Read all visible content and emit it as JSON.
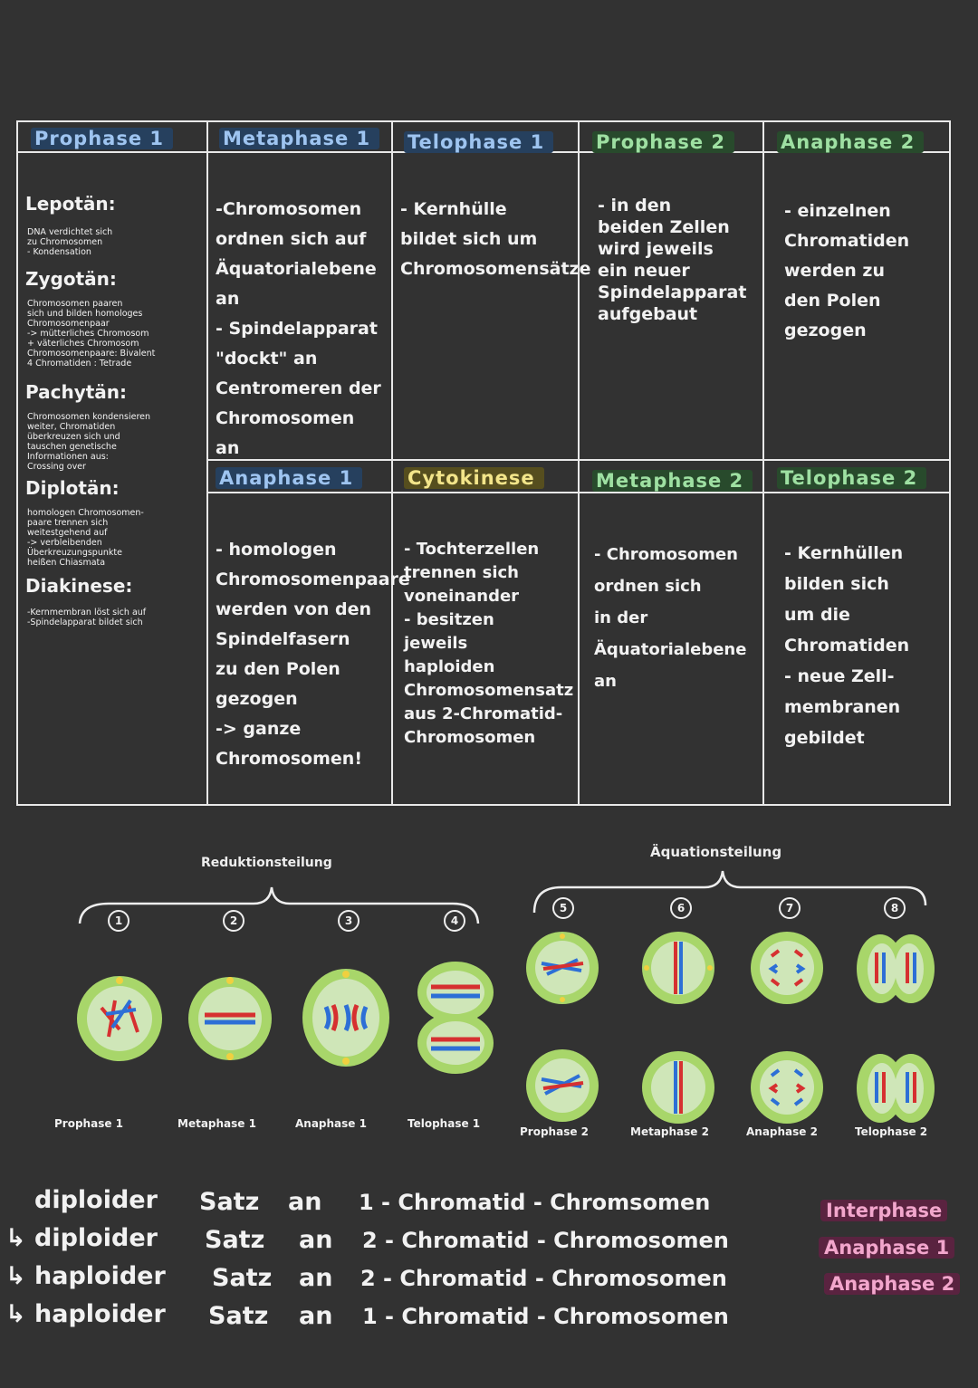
{
  "table": {
    "top": [
      {
        "title": "Prophase 1",
        "hl": "hl-blue"
      },
      {
        "title": "Metaphase 1",
        "hl": "hl-blue"
      },
      {
        "title": "Telophase 1",
        "hl": "hl-blue"
      },
      {
        "title": "Prophase 2",
        "hl": "hl-green"
      },
      {
        "title": "Anaphase 2",
        "hl": "hl-green"
      }
    ],
    "prophase1": {
      "stages": [
        {
          "name": "Lepotän:",
          "notes": [
            "DNA verdichtet sich",
            "zu Chromosomen",
            "- Kondensation"
          ]
        },
        {
          "name": "Zygotän:",
          "notes": [
            "Chromosomen paaren",
            "sich und bilden homologes",
            "Chromosomenpaar",
            "-> mütterliches Chromosom",
            "+ väterliches Chromosom",
            "Chromosomenpaare: Bivalent",
            "4 Chromatiden : Tetrade"
          ]
        },
        {
          "name": "Pachytän:",
          "notes": [
            "Chromosomen kondensieren",
            "weiter, Chromatiden",
            "überkreuzen sich und",
            "tauschen genetische",
            "Informationen aus:",
            "Crossing over"
          ]
        },
        {
          "name": "Diplotän:",
          "notes": [
            "homologen Chromosomen-",
            "paare trennen sich",
            "weitestgehend auf",
            "-> verbleibenden",
            "Überkreuzungspunkte",
            "heißen Chiasmata"
          ]
        },
        {
          "name": "Diakinese:",
          "notes": [
            "-Kernmembran löst sich auf",
            "-Spindelapparat bildet sich"
          ]
        }
      ]
    },
    "metaphase1": [
      "-Chromosomen",
      "ordnen sich auf",
      "Äquatorialebene",
      "an",
      "- Spindelapparat",
      "\"dockt\" an",
      "Centromeren der",
      "Chromosomen",
      "an"
    ],
    "telophase1": [
      "- Kernhülle",
      "bildet sich um",
      "Chromosomensätze"
    ],
    "prophase2": [
      "- in den",
      "beiden Zellen",
      "wird jeweils",
      "ein neuer",
      "Spindelapparat",
      "aufgebaut"
    ],
    "anaphase2": [
      "- einzelnen",
      "Chromatiden",
      "werden zu",
      "den Polen",
      "gezogen"
    ],
    "bottom": [
      {
        "title": "Anaphase 1",
        "hl": "hl-blue"
      },
      {
        "title": "Cytokinese",
        "hl": "hl-yellow"
      },
      {
        "title": "Metaphase 2",
        "hl": "hl-green"
      },
      {
        "title": "Telophase 2",
        "hl": "hl-green"
      }
    ],
    "anaphase1": [
      "- homologen",
      "Chromosomenpaare",
      "werden von den",
      "Spindelfasern",
      "zu den Polen",
      "gezogen",
      "-> ganze",
      "Chromosomen!"
    ],
    "cytokinese": [
      "- Tochterzellen",
      "trennen sich",
      "voneinander",
      "- besitzen",
      "jeweils",
      "haploiden",
      "Chromosomensatz",
      "aus 2-Chromatid-",
      "Chromosomen"
    ],
    "metaphase2": [
      "- Chromosomen",
      "ordnen sich",
      "in der",
      "Äquatorialebene",
      "an"
    ],
    "telophase2": [
      "- Kernhüllen",
      "bilden sich",
      "um die",
      "Chromatiden",
      "- neue Zell-",
      "membranen",
      "gebildet"
    ]
  },
  "diagram": {
    "reduktion": "Reduktionsteilung",
    "aequation": "Äquationsteilung",
    "numbers": [
      "1",
      "2",
      "3",
      "4",
      "5",
      "6",
      "7",
      "8"
    ],
    "labels": [
      "Prophase 1",
      "Metaphase 1",
      "Anaphase 1",
      "Telophase 1",
      "Prophase 2",
      "Metaphase 2",
      "Anaphase 2",
      "Telophase 2"
    ]
  },
  "summary": {
    "lines": [
      {
        "a": "diploider",
        "b": "Satz",
        "c": "an",
        "d": "1 - Chromatid - Chromsomen",
        "tag": "Interphase"
      },
      {
        "a": "↳ diploider",
        "b": "Satz",
        "c": "an",
        "d": "2 - Chromatid - Chromosomen",
        "tag": "Anaphase 1"
      },
      {
        "a": "↳ haploider",
        "b": "Satz",
        "c": "an",
        "d": "2 - Chromatid - Chromosomen",
        "tag": "Anaphase 2"
      },
      {
        "a": "↳ haploider",
        "b": "Satz",
        "c": "an",
        "d": "1 - Chromatid - Chromosomen",
        "tag": ""
      }
    ]
  },
  "colors": {
    "background": "#323232",
    "blue": "#2d6fd6",
    "red": "#d63030",
    "cell": "#a8d66a"
  }
}
